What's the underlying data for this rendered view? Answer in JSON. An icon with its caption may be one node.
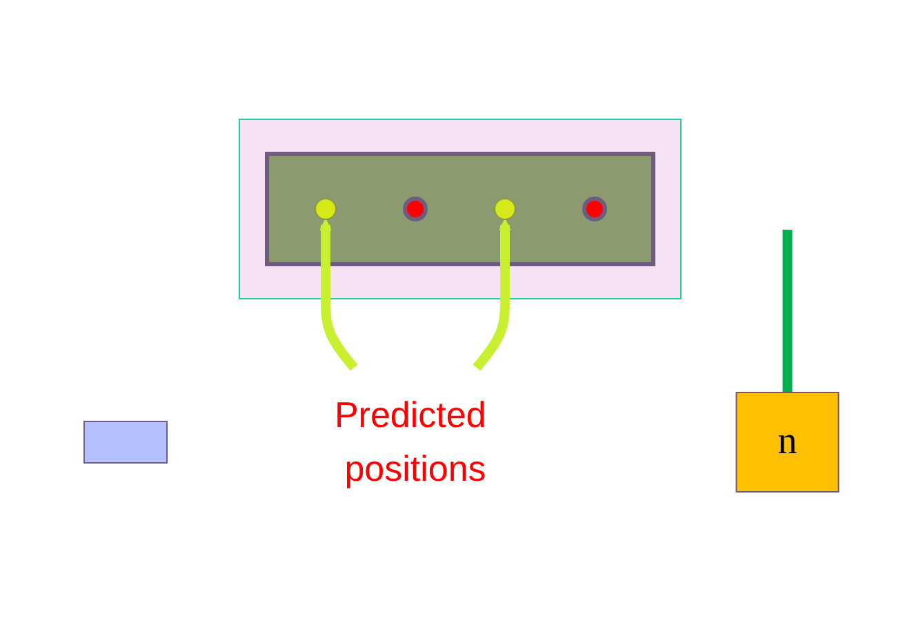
{
  "diagram": {
    "nodes": [
      {
        "text": [],
        "shape": "box"
      },
      {
        "text": [
          "n"
        ]
      },
      {
        "text": [],
        "shape": "box"
      },
      {
        "text": [],
        "shape": "box",
        "in": 2
      },
      {
        "text": [],
        "shape": "circle",
        "in": 3
      },
      {
        "text": [],
        "shape": "circle",
        "in": 3
      },
      {
        "text": [],
        "shape": "circle",
        "in": 3
      },
      {
        "text": [],
        "shape": "circle",
        "in": 3
      },
      {
        "text": [
          "Predicted positions"
        ]
      }
    ],
    "edges": [
      {
        "from": 1,
        "to": null,
        "arrow": "none",
        "color": "#00b050"
      },
      {
        "from": 8,
        "to": 4,
        "arrow": "to"
      },
      {
        "from": 8,
        "to": 6,
        "arrow": "to"
      }
    ]
  }
}
